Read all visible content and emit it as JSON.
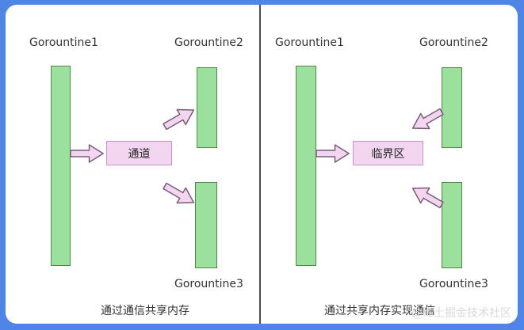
{
  "left_panel": {
    "goroutine1": "Gorountine1",
    "goroutine2": "Gorountine2",
    "goroutine3": "Gorountine3",
    "box_label": "通道",
    "caption": "通过通信共享内存"
  },
  "right_panel": {
    "goroutine1": "Gorountine1",
    "goroutine2": "Gorountine2",
    "goroutine3": "Gorountine3",
    "box_label": "临界区",
    "caption": "通过共享内存实现通信"
  },
  "watermark": "@稀土掘金技术社区",
  "colors": {
    "background": "#4f86e6",
    "bar_fill": "#9ce19b",
    "bar_stroke": "#4b8a4a",
    "box_fill": "#f2d6f0",
    "arrow_fill": "#f2d6f0",
    "arrow_stroke": "#7a5a7a"
  }
}
